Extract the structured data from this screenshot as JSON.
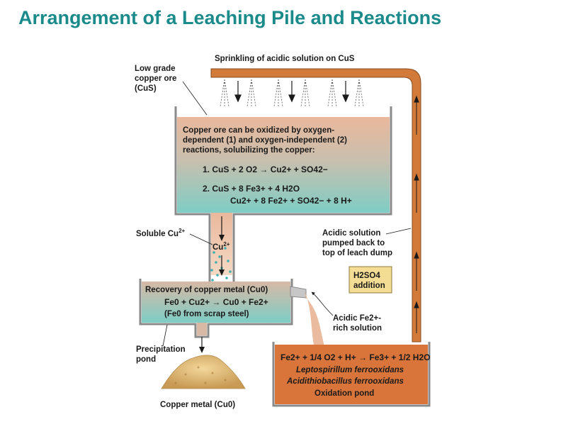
{
  "title": "Arrangement of a Leaching Pile and Reactions",
  "colors": {
    "title": "#1b8a8a",
    "pipe": "#d17a3a",
    "ore_top": "#eab89c",
    "solution_bottom": "#7ecdc4",
    "h2so4_box": "#f3dc94"
  },
  "labels": {
    "sprinkling": "Sprinkling of acidic solution on CuS",
    "low_grade": [
      "Low grade",
      "copper ore",
      "(CuS)"
    ],
    "soluble": "Soluble Cu",
    "soluble_sup": "2+",
    "cu_ion": "Cu",
    "cu_ion_sup": "2+",
    "acidic_pumped": [
      "Acidic solution",
      "pumped back to",
      "top of leach dump"
    ],
    "h2so4": [
      "H2SO4",
      "addition"
    ],
    "acidic_fe": [
      "Acidic Fe2+-",
      "rich solution"
    ],
    "precip_pond": [
      "Precipitation",
      "pond"
    ],
    "copper_metal": "Copper metal (Cu0)"
  },
  "leach_box": {
    "intro": [
      "Copper ore can be oxidized by oxygen-",
      "dependent (1) and oxygen-independent (2)",
      "reactions,  solubilizing the copper:"
    ],
    "reaction1": "1.  CuS + 2 O2 → Cu2+ + SO42−",
    "reaction2a": "2.  CuS + 8 Fe3+ + 4 H2O",
    "reaction2b": "Cu2+ + 8 Fe2+ + SO42− + 8 H+"
  },
  "recovery_box": {
    "title": "Recovery of copper metal (Cu0)",
    "equation": "Fe0 + Cu2+ → Cu0 + Fe2+",
    "note": "(Fe0 from scrap steel)"
  },
  "oxidation_box": {
    "equation": "Fe2+ + 1/4 O2 + H+ → Fe3+ + 1/2 H2O",
    "organism1": "Leptospirillum ferrooxidans",
    "organism2": "Acidithiobacillus ferrooxidans",
    "pond": "Oxidation pond"
  }
}
